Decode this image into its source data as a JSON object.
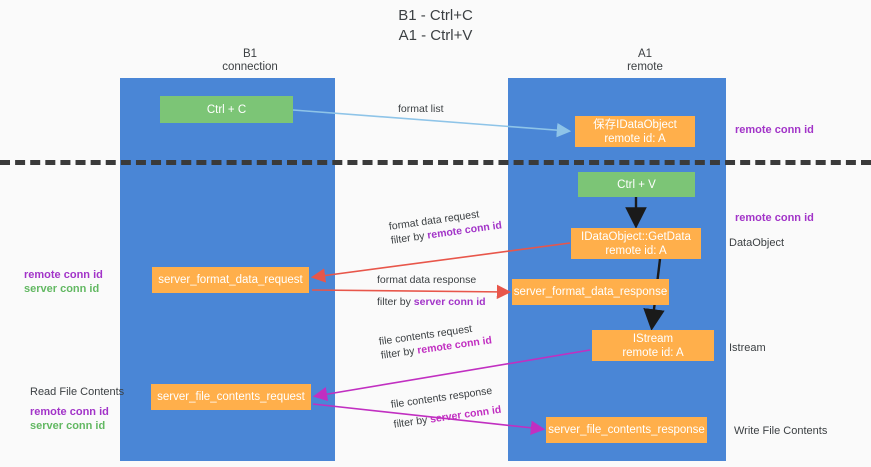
{
  "title": {
    "line1": "B1 - Ctrl+C",
    "line2": "A1 - Ctrl+V"
  },
  "columns": {
    "left": {
      "name": "B1",
      "role": "connection"
    },
    "right": {
      "name": "A1",
      "role": "remote"
    }
  },
  "nodes": {
    "ctrl_c": {
      "label": "Ctrl + C",
      "color": "#7cc576"
    },
    "save_dataobject": {
      "line1": "保存IDataObject",
      "line2": "remote id: A",
      "color": "#ffaf4b"
    },
    "ctrl_v": {
      "label": "Ctrl + V",
      "color": "#7cc576"
    },
    "getdata": {
      "line1": "IDataObject::GetData",
      "line2": "remote id: A",
      "color": "#ffaf4b"
    },
    "server_format_data_request": {
      "label": "server_format_data_request",
      "color": "#ffaf4b"
    },
    "server_format_data_response": {
      "label": "server_format_data_response",
      "color": "#ffaf4b"
    },
    "istream": {
      "line1": "IStream",
      "line2": "remote id: A",
      "color": "#ffaf4b"
    },
    "server_file_contents_request": {
      "label": "server_file_contents_request",
      "color": "#ffaf4b"
    },
    "server_file_contents_response": {
      "label": "server_file_contents_response",
      "color": "#ffaf4b"
    }
  },
  "edges": {
    "format_list": {
      "label": "format list"
    },
    "format_data_request": {
      "label": "format data request",
      "filter_prefix": "filter by ",
      "filter_key": "remote conn id"
    },
    "format_data_response": {
      "label": "format data response",
      "filter_prefix": "filter by ",
      "filter_key": "server conn id"
    },
    "file_contents_request": {
      "label": "file contents request",
      "filter_prefix": "filter by ",
      "filter_key": "remote conn id"
    },
    "file_contents_response": {
      "label": "file contents response",
      "filter_prefix": "filter by ",
      "filter_key": "server conn id"
    }
  },
  "annotations": {
    "right": {
      "remote_conn_id_top": "remote conn id",
      "remote_conn_id_mid": "remote conn id",
      "dataobject": "DataObject",
      "istream": "Istream",
      "write_file_contents": "Write File Contents"
    },
    "left": {
      "remote_conn_id": "remote conn id",
      "server_conn_id": "server conn id",
      "read_file_contents": "Read File Contents",
      "remote_conn_id_bottom": "remote conn id",
      "server_conn_id_bottom": "server conn id"
    }
  },
  "colors": {
    "lane": "#4a86d6",
    "green_node": "#7cc576",
    "orange_node": "#ffaf4b",
    "purple_text": "#a234c8",
    "green_text": "#62b862",
    "magenta_edge": "#c12fc1",
    "red_edge": "#e8564a",
    "blue_edge": "#8ec4e8",
    "dashed_line": "#3a3a3a",
    "background": "#fafafa"
  }
}
